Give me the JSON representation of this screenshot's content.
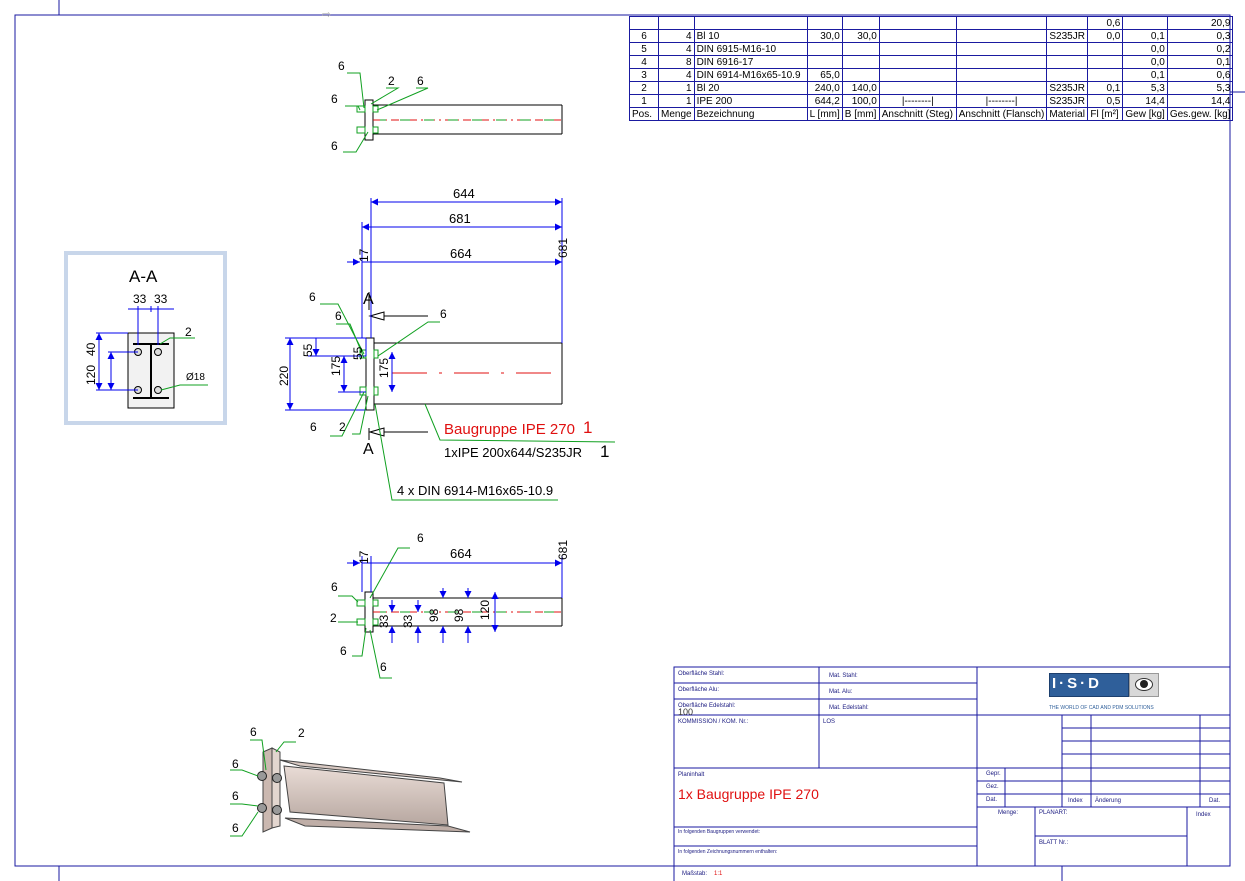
{
  "bom": {
    "header": [
      "Pos.",
      "Menge",
      "Bezeichnung",
      "L [mm]",
      "B [mm]",
      "Anschnitt (Steg)",
      "Anschnitt (Flansch)",
      "Material",
      "Fl [m²]",
      "Gew [kg]",
      "Ges.gew. [kg]"
    ],
    "total_row": [
      "",
      "",
      "",
      "",
      "",
      "",
      "",
      "",
      "0,6",
      "",
      "20,9"
    ],
    "rows": [
      [
        "6",
        "4",
        "Bl 10",
        "30,0",
        "30,0",
        "",
        "",
        "S235JR",
        "0,0",
        "0,1",
        "0,3"
      ],
      [
        "5",
        "4",
        "DIN 6915-M16-10",
        "",
        "",
        "",
        "",
        "",
        "",
        "0,0",
        "0,2"
      ],
      [
        "4",
        "8",
        "DIN 6916-17",
        "",
        "",
        "",
        "",
        "",
        "",
        "0,0",
        "0,1"
      ],
      [
        "3",
        "4",
        "DIN 6914-M16x65-10.9",
        "65,0",
        "",
        "",
        "",
        "",
        "",
        "0,1",
        "0,6"
      ],
      [
        "2",
        "1",
        "Bl 20",
        "240,0",
        "140,0",
        "",
        "",
        "S235JR",
        "0,1",
        "5,3",
        "5,3"
      ],
      [
        "1",
        "1",
        "IPE 200",
        "644,2",
        "100,0",
        "|--------|",
        "|--------|",
        "S235JR",
        "0,5",
        "14,4",
        "14,4"
      ]
    ]
  },
  "section": {
    "title": "A-A",
    "dims": [
      "33",
      "33",
      "120",
      "40",
      "2",
      "Ø18"
    ]
  },
  "front_view": {
    "dims": [
      "644",
      "681",
      "17",
      "664",
      "681",
      "55",
      "55",
      "175",
      "175",
      "220"
    ],
    "section_marks": [
      "A",
      "A"
    ],
    "labels": [
      "6",
      "6",
      "6",
      "6",
      "2"
    ],
    "assembly_title": "Baugruppe IPE 270",
    "assembly_count": "1",
    "beam_desc": "1xIPE 200x644/S235JR",
    "beam_pos": "1",
    "bolt_desc": "4 x DIN 6914-M16x65-10.9"
  },
  "top_view": {
    "labels": [
      "6",
      "2",
      "6",
      "6",
      "6"
    ]
  },
  "bottom_view": {
    "dims": [
      "17",
      "664",
      "681",
      "33",
      "33",
      "98",
      "98",
      "120"
    ],
    "labels": [
      "6",
      "6",
      "2",
      "6",
      "6"
    ]
  },
  "iso_view": {
    "labels": [
      "6",
      "2",
      "6",
      "6",
      "6"
    ]
  },
  "title_block": {
    "oberflaeche_stahl": "Oberfläche Stahl:",
    "oberflaeche_alu": "Oberfläche Alu:",
    "oberflaeche_edelstahl": "Oberfläche Edelstahl:",
    "mat_stahl": "Mat. Stahl:",
    "mat_alu": "Mat. Alu:",
    "mat_edelstahl": "Mat. Edelstahl:",
    "overlay_100": "100",
    "kommission": "KOMMISSION / KOM. Nr.:",
    "los": "LOS",
    "planinhalt": "Planinhalt",
    "plan_title": "1x Baugruppe IPE 270",
    "note1": "In folgenden Baugruppen verwendet:",
    "note2": "In folgenden Zeichnungsnummern enthalten:",
    "massstab_label": "Maßstab:",
    "massstab_value": "1:1",
    "gepr": "Gepr.",
    "gez": "Gez.",
    "dat": "Dat.",
    "index": "Index",
    "aenderung": "Änderung",
    "dat2": "Dat.",
    "menge": "Menge:",
    "planart": "PLANART:",
    "index2": "Index",
    "blatt": "BLATT Nr.:",
    "logo_letters": "I·S·D",
    "logo_tagline": "THE WORLD OF CAD AND PDM SOLUTIONS"
  },
  "colors": {
    "frame": "#1a1aa0",
    "dim": "#0000ee",
    "leader": "#10a020",
    "red": "#e01010"
  }
}
